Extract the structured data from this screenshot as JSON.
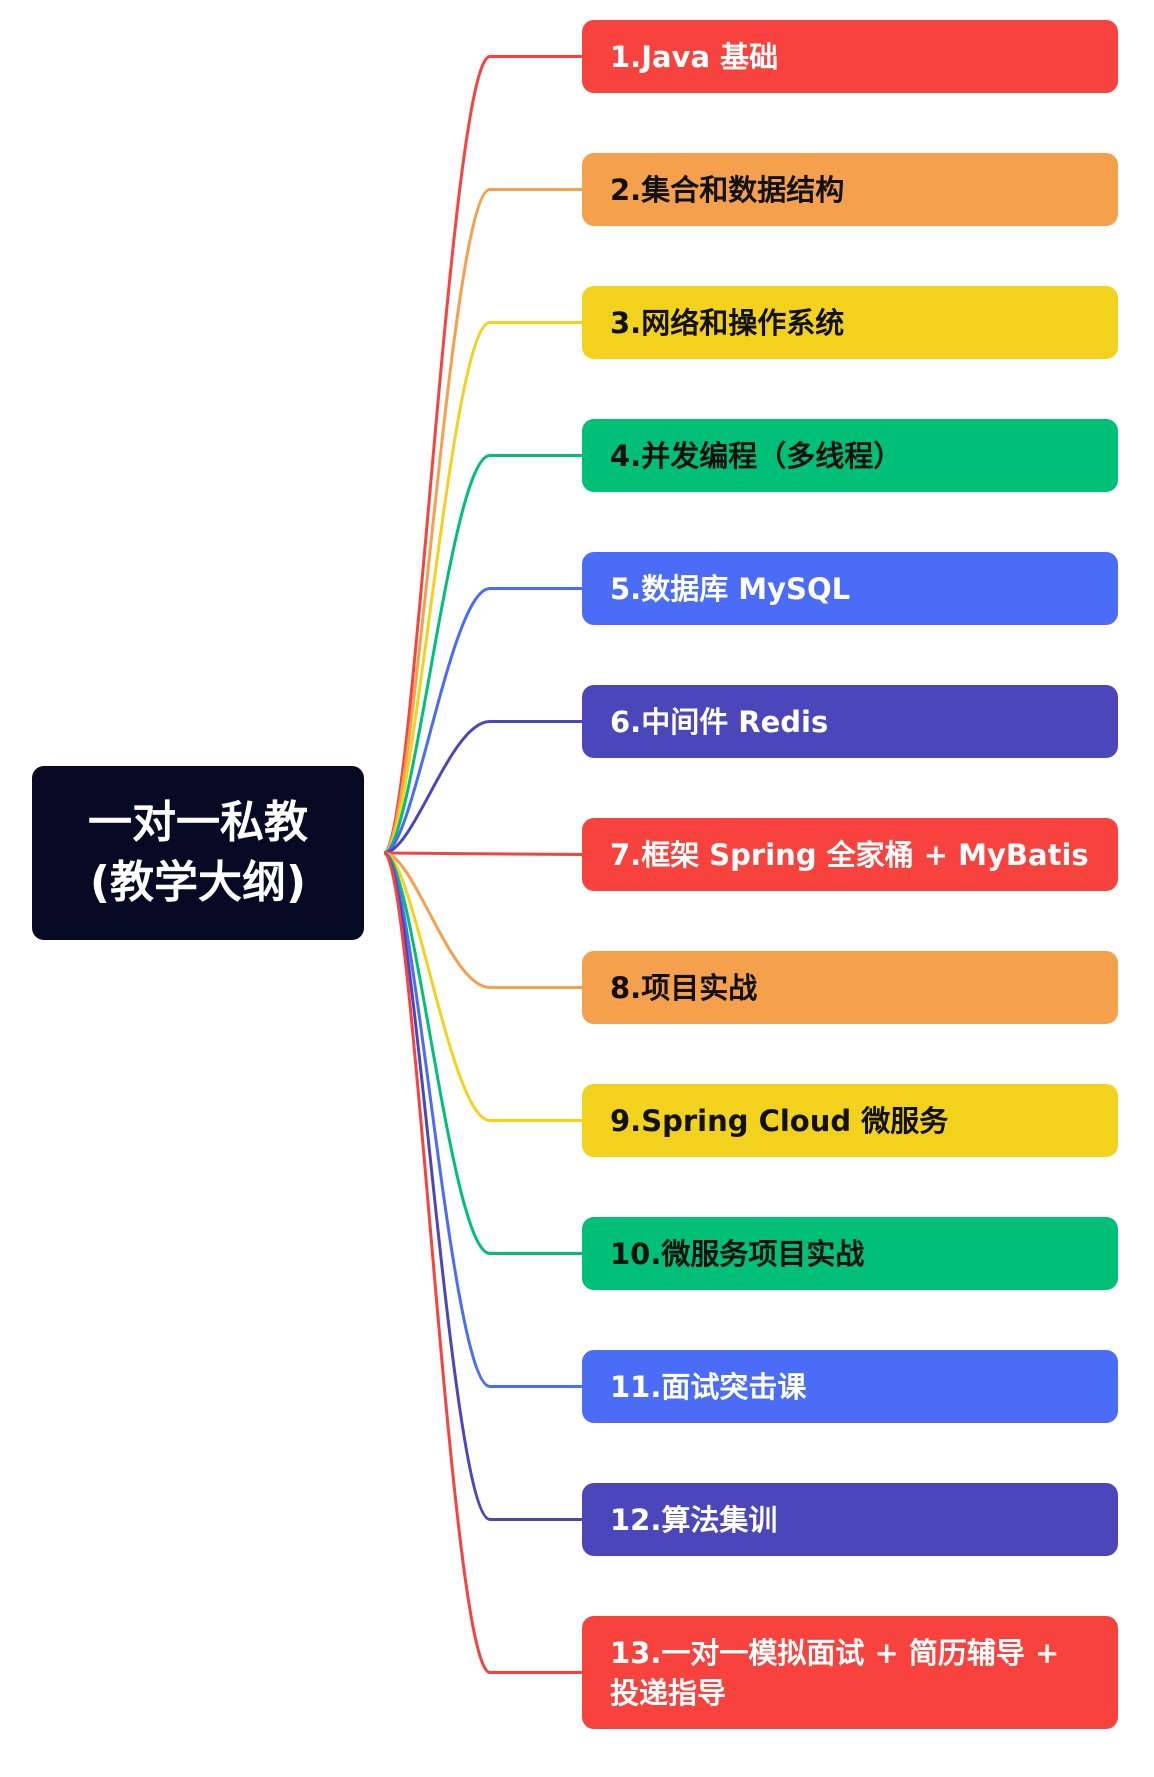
{
  "root": {
    "title": "一对一私教\n(教学大纲)"
  },
  "colors": {
    "red": "#f8423d",
    "orange": "#f5a04c",
    "yellow": "#f2d21c",
    "green": "#00bf77",
    "blue": "#4a6cf7",
    "indigo": "#4b47bb",
    "root_bg": "#070a24",
    "text_light": "#ffffff",
    "text_dark": "#111111"
  },
  "branches": [
    {
      "label": "1.Java 基础",
      "color": "#f8423d",
      "text_color": "#ffffff"
    },
    {
      "label": "2.集合和数据结构",
      "color": "#f5a04c",
      "text_color": "#111111"
    },
    {
      "label": "3.网络和操作系统",
      "color": "#f2d21c",
      "text_color": "#111111"
    },
    {
      "label": "4.并发编程（多线程）",
      "color": "#00bf77",
      "text_color": "#111111"
    },
    {
      "label": "5.数据库 MySQL",
      "color": "#4a6cf7",
      "text_color": "#ffffff"
    },
    {
      "label": "6.中间件 Redis",
      "color": "#4b47bb",
      "text_color": "#ffffff"
    },
    {
      "label": "7.框架 Spring 全家桶 + MyBatis",
      "color": "#f8423d",
      "text_color": "#ffffff"
    },
    {
      "label": "8.项目实战",
      "color": "#f5a04c",
      "text_color": "#111111"
    },
    {
      "label": "9.Spring Cloud 微服务",
      "color": "#f2d21c",
      "text_color": "#111111"
    },
    {
      "label": "10.微服务项目实战",
      "color": "#00bf77",
      "text_color": "#111111"
    },
    {
      "label": "11.面试突击课",
      "color": "#4a6cf7",
      "text_color": "#ffffff"
    },
    {
      "label": "12.算法集训",
      "color": "#4b47bb",
      "text_color": "#ffffff"
    },
    {
      "label": "13.一对一模拟面试 + 简历辅导 + 投递指导",
      "color": "#f8423d",
      "text_color": "#ffffff"
    }
  ]
}
